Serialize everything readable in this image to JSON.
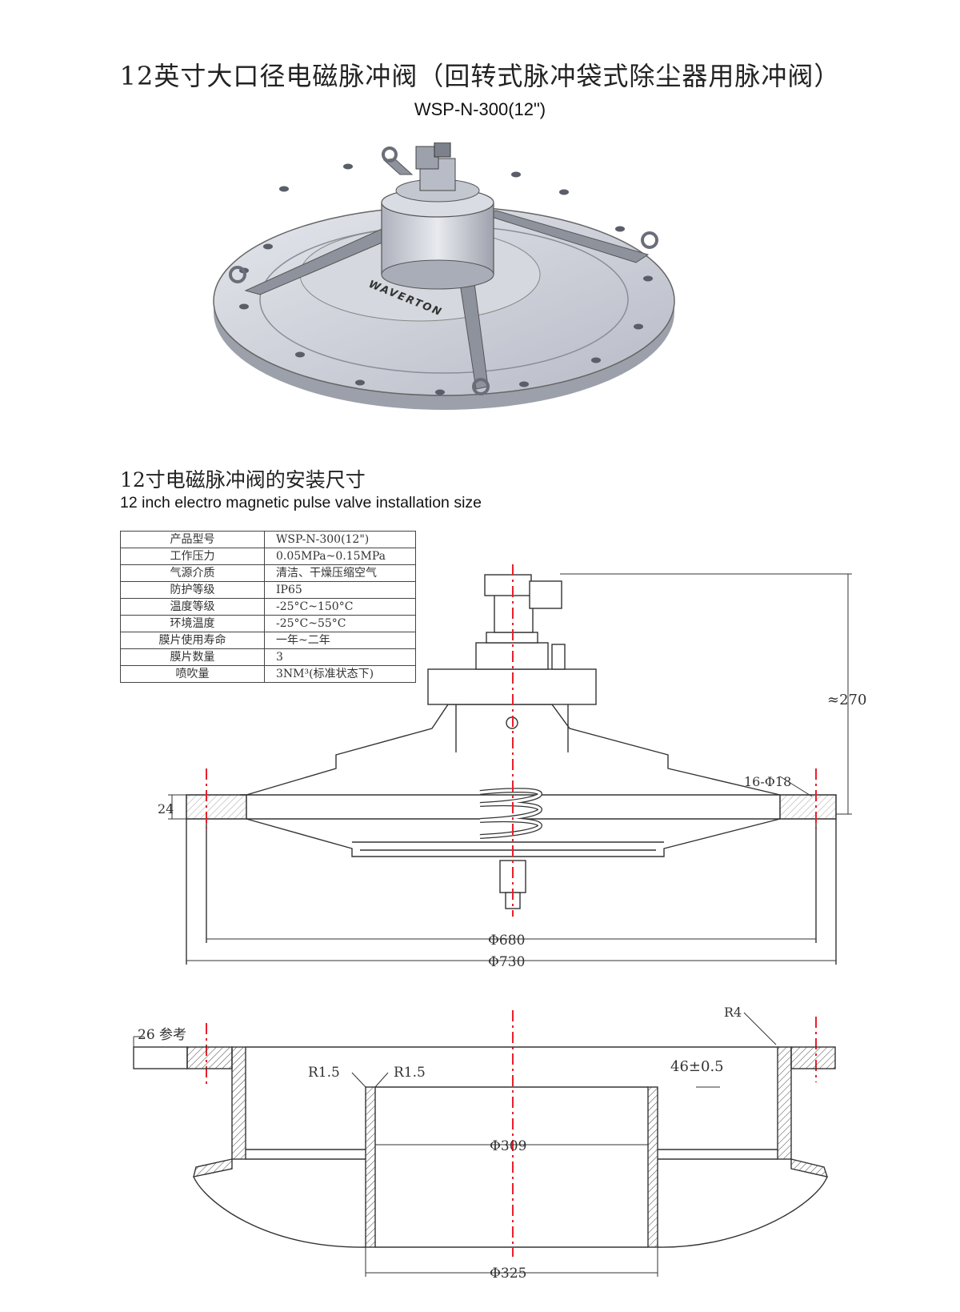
{
  "header": {
    "title": "12英寸大口径电磁脉冲阀（回转式脉冲袋式除尘器用脉冲阀）",
    "model": "WSP-N-300(12\")"
  },
  "photo": {
    "brand": "WAVERTON"
  },
  "section": {
    "title_cn": "12寸电磁脉冲阀的安装尺寸",
    "title_en": "12 inch electro magnetic pulse valve installation size"
  },
  "specs": [
    {
      "k": "产品型号",
      "v": "WSP-N-300(12\")"
    },
    {
      "k": "工作压力",
      "v": "0.05MPa~0.15MPa"
    },
    {
      "k": "气源介质",
      "v": "清洁、干燥压缩空气"
    },
    {
      "k": "防护等级",
      "v": "IP65"
    },
    {
      "k": "温度等级",
      "v": "-25°C~150°C"
    },
    {
      "k": "环境温度",
      "v": "-25°C~55°C"
    },
    {
      "k": "膜片使用寿命",
      "v": "一年~二年"
    },
    {
      "k": "膜片数量",
      "v": "3"
    },
    {
      "k": "喷吹量",
      "v": "3NM³(标准状态下)"
    }
  ],
  "dims": {
    "height": "≈270",
    "holes": "16-Φ18",
    "thickness": "24",
    "d680": "Φ680",
    "d730": "Φ730",
    "ref26": "26 参考",
    "r4": "R4",
    "r15a": "R1.5",
    "r15b": "R1.5",
    "depth": "46±0.5",
    "d309": "Φ309",
    "d325": "Φ325"
  },
  "colors": {
    "line": "#333333",
    "centerline": "#e8202a",
    "metal": "#c9cdd6"
  }
}
